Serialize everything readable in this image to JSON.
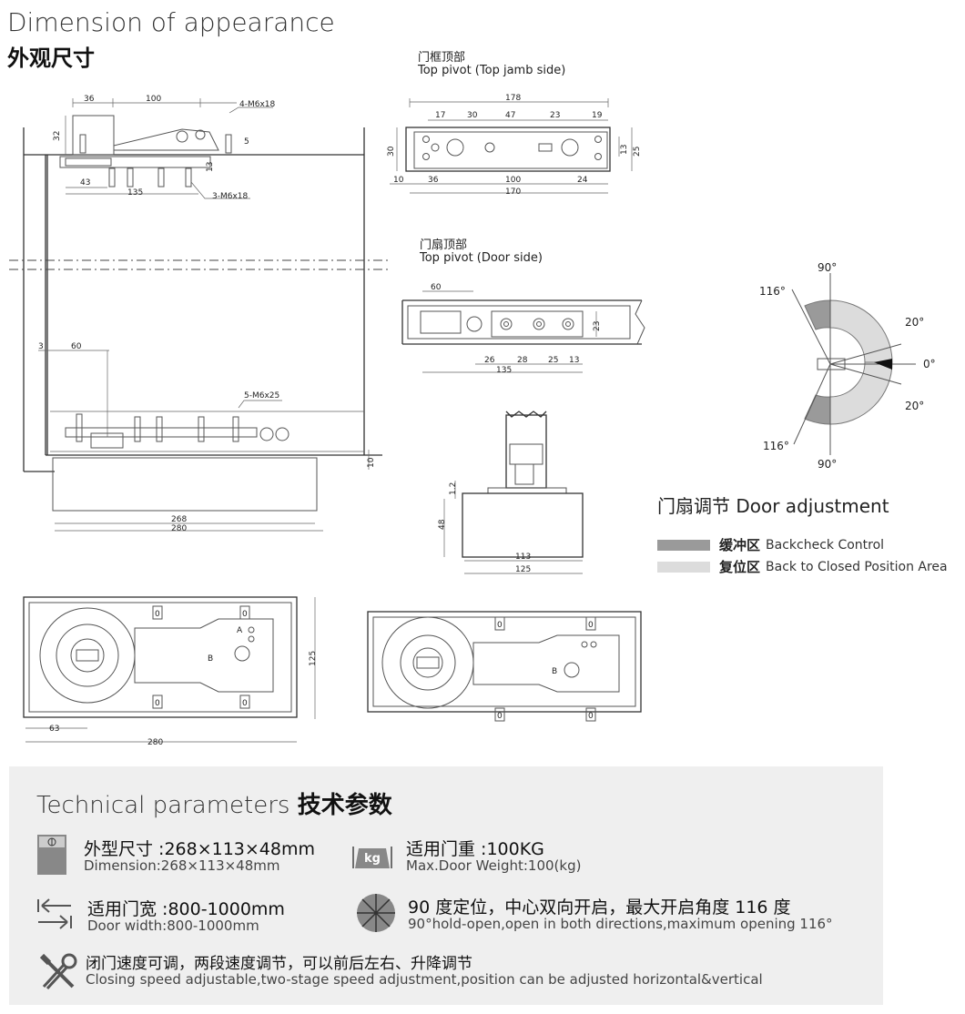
{
  "header": {
    "title_en": "Dimension of appearance",
    "title_cn": "外观尺寸"
  },
  "views": {
    "top_jamb": {
      "title_cn": "门框顶部",
      "title_en": "Top pivot (Top jamb side)",
      "dims": [
        "178",
        "17",
        "30",
        "47",
        "23",
        "19",
        "30",
        "13",
        "25",
        "10",
        "36",
        "100",
        "24",
        "170"
      ]
    },
    "door_side": {
      "title_cn": "门扇顶部",
      "title_en": "Top pivot (Door side)",
      "dims": [
        "60",
        "23",
        "26",
        "28",
        "25",
        "13",
        "135"
      ]
    },
    "side_elev": {
      "dims": [
        "1.2",
        "48",
        "113",
        "125"
      ]
    },
    "main": {
      "dims": [
        "36",
        "100",
        "32",
        "4-M6x18",
        "5",
        "13",
        "43",
        "135",
        "3-M6x18",
        "3",
        "60",
        "5-M6x25",
        "10",
        "268",
        "280"
      ]
    },
    "plan": {
      "dims": [
        "125",
        "63",
        "280"
      ],
      "marks": [
        "0",
        "A",
        "B"
      ]
    }
  },
  "angle_diagram": {
    "labels": [
      "90°",
      "116°",
      "20°",
      "0°",
      "20°",
      "116°",
      "90°"
    ]
  },
  "adjustment": {
    "title": "门扇调节 Door adjustment",
    "legend": [
      {
        "cn": "缓冲区",
        "en": "Backcheck Control",
        "color": "#9a9a9a"
      },
      {
        "cn": "复位区",
        "en": "Back to Closed Position Area",
        "color": "#dcdcdc"
      }
    ]
  },
  "tech": {
    "title_en": "Technical parameters",
    "title_cn": "技术参数",
    "items": [
      {
        "icon": "dimension-box-icon",
        "cn": "外型尺寸 :268×113×48mm",
        "en": "Dimension:268×113×48mm"
      },
      {
        "icon": "kg-weight-icon",
        "icon_text": "kg",
        "cn": "适用门重 :100KG",
        "en": "Max.Door Weight:100(kg)"
      },
      {
        "icon": "door-width-arrows-icon",
        "cn": "适用门宽 :800-1000mm",
        "en": "Door width:800-1000mm"
      },
      {
        "icon": "rotation-wheel-icon",
        "cn": "90 度定位，中心双向开启，最大开启角度 116 度",
        "en": "90°hold-open,open in both directions,maximum opening 116°"
      },
      {
        "icon": "tools-wrench-icon",
        "cn": "闭门速度可调，两段速度调节，可以前后左右、升降调节",
        "en": "Closing speed adjustable,two-stage speed adjustment,position can be adjusted horizontal&vertical"
      }
    ]
  }
}
